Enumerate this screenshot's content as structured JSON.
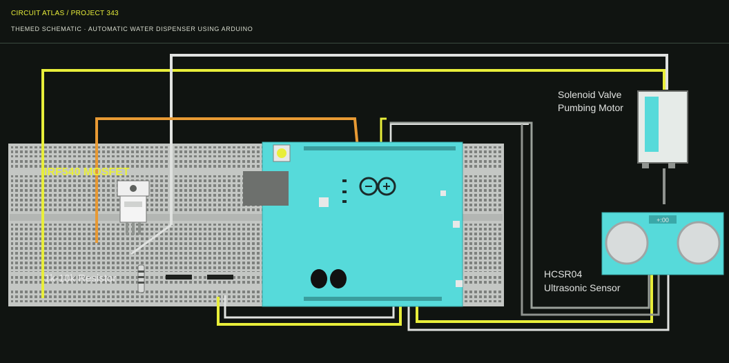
{
  "header": {
    "breadcrumb": "CIRCUIT ATLAS / PROJECT 343",
    "subtitle": "THEMED SCHEMATIC · AUTOMATIC WATER DISPENSER USING ARDUINO"
  },
  "components": {
    "mosfet_label": "IRF540 MOSFET",
    "resistor_label": "1k-10k Resistor",
    "valve_label_line1": "Solenoid Valve",
    "valve_label_line2": "Pumbing Motor",
    "sensor_label_line1": "HCSR04",
    "sensor_label_line2": "Ultrasonic Sensor",
    "sensor_chip_text": "+:00"
  },
  "colors": {
    "background": "#101411",
    "accent_yellow": "#e8ee3a",
    "arduino_board": "#56dada",
    "breadboard": "#c4c7c4",
    "wire_orange": "#e89a34",
    "wire_white": "#e0e2e0",
    "wire_gray": "#8f938f",
    "sensor_board": "#56dada",
    "valve_body": "#e6ebe8"
  }
}
